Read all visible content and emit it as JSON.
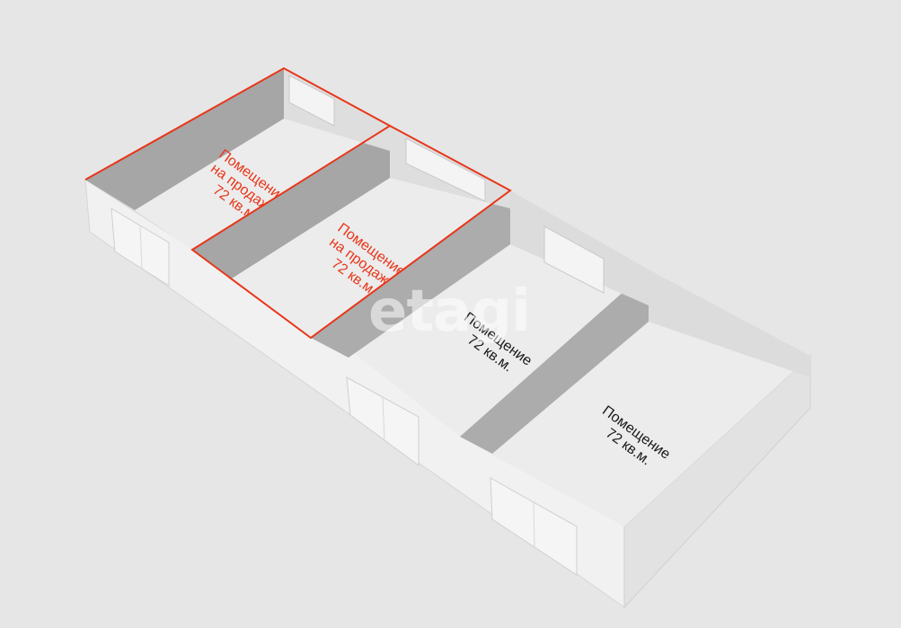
{
  "watermark": "etagi",
  "colors": {
    "background": "#e6e6e6",
    "sale_highlight": "#e8361a",
    "normal_text": "#1a1a1a"
  },
  "rooms": [
    {
      "id": "room-1",
      "for_sale": true,
      "label_lines": [
        "Помещение",
        "на продажу",
        "72 кв.м."
      ]
    },
    {
      "id": "room-2",
      "for_sale": true,
      "label_lines": [
        "Помещение",
        "на продажу",
        "72 кв.м."
      ]
    },
    {
      "id": "room-3",
      "for_sale": false,
      "label_lines": [
        "Помещение",
        "72 кв.м."
      ]
    },
    {
      "id": "room-4",
      "for_sale": false,
      "label_lines": [
        "Помещение",
        "72 кв.м."
      ]
    }
  ]
}
